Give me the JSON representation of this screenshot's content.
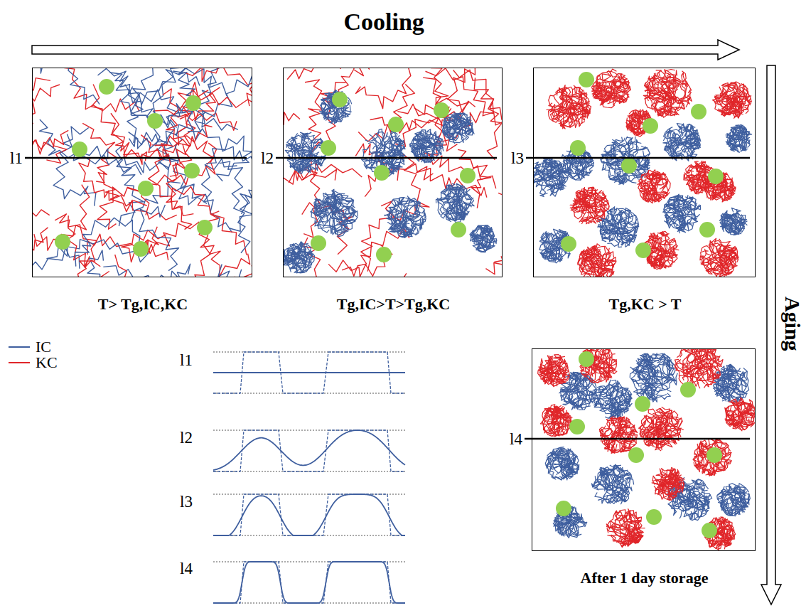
{
  "diagram": {
    "nodes": [
      {
        "text": [
          "l1",
          "T> Tg,IC,KC"
        ]
      },
      {
        "text": [
          "l2",
          "Tg,IC>T>Tg,KC"
        ]
      },
      {
        "text": [
          "l3",
          "Tg,KC > T"
        ]
      },
      {
        "text": [
          "l4",
          "After 1 day storage"
        ]
      }
    ],
    "labels": [
      "Cooling",
      "Aging",
      "l1",
      "l2",
      "l3",
      "l4"
    ],
    "legend": [
      {
        "text": "IC",
        "color": "#3f5f9f"
      },
      {
        "text": "KC",
        "color": "#e0262a"
      }
    ]
  }
}
